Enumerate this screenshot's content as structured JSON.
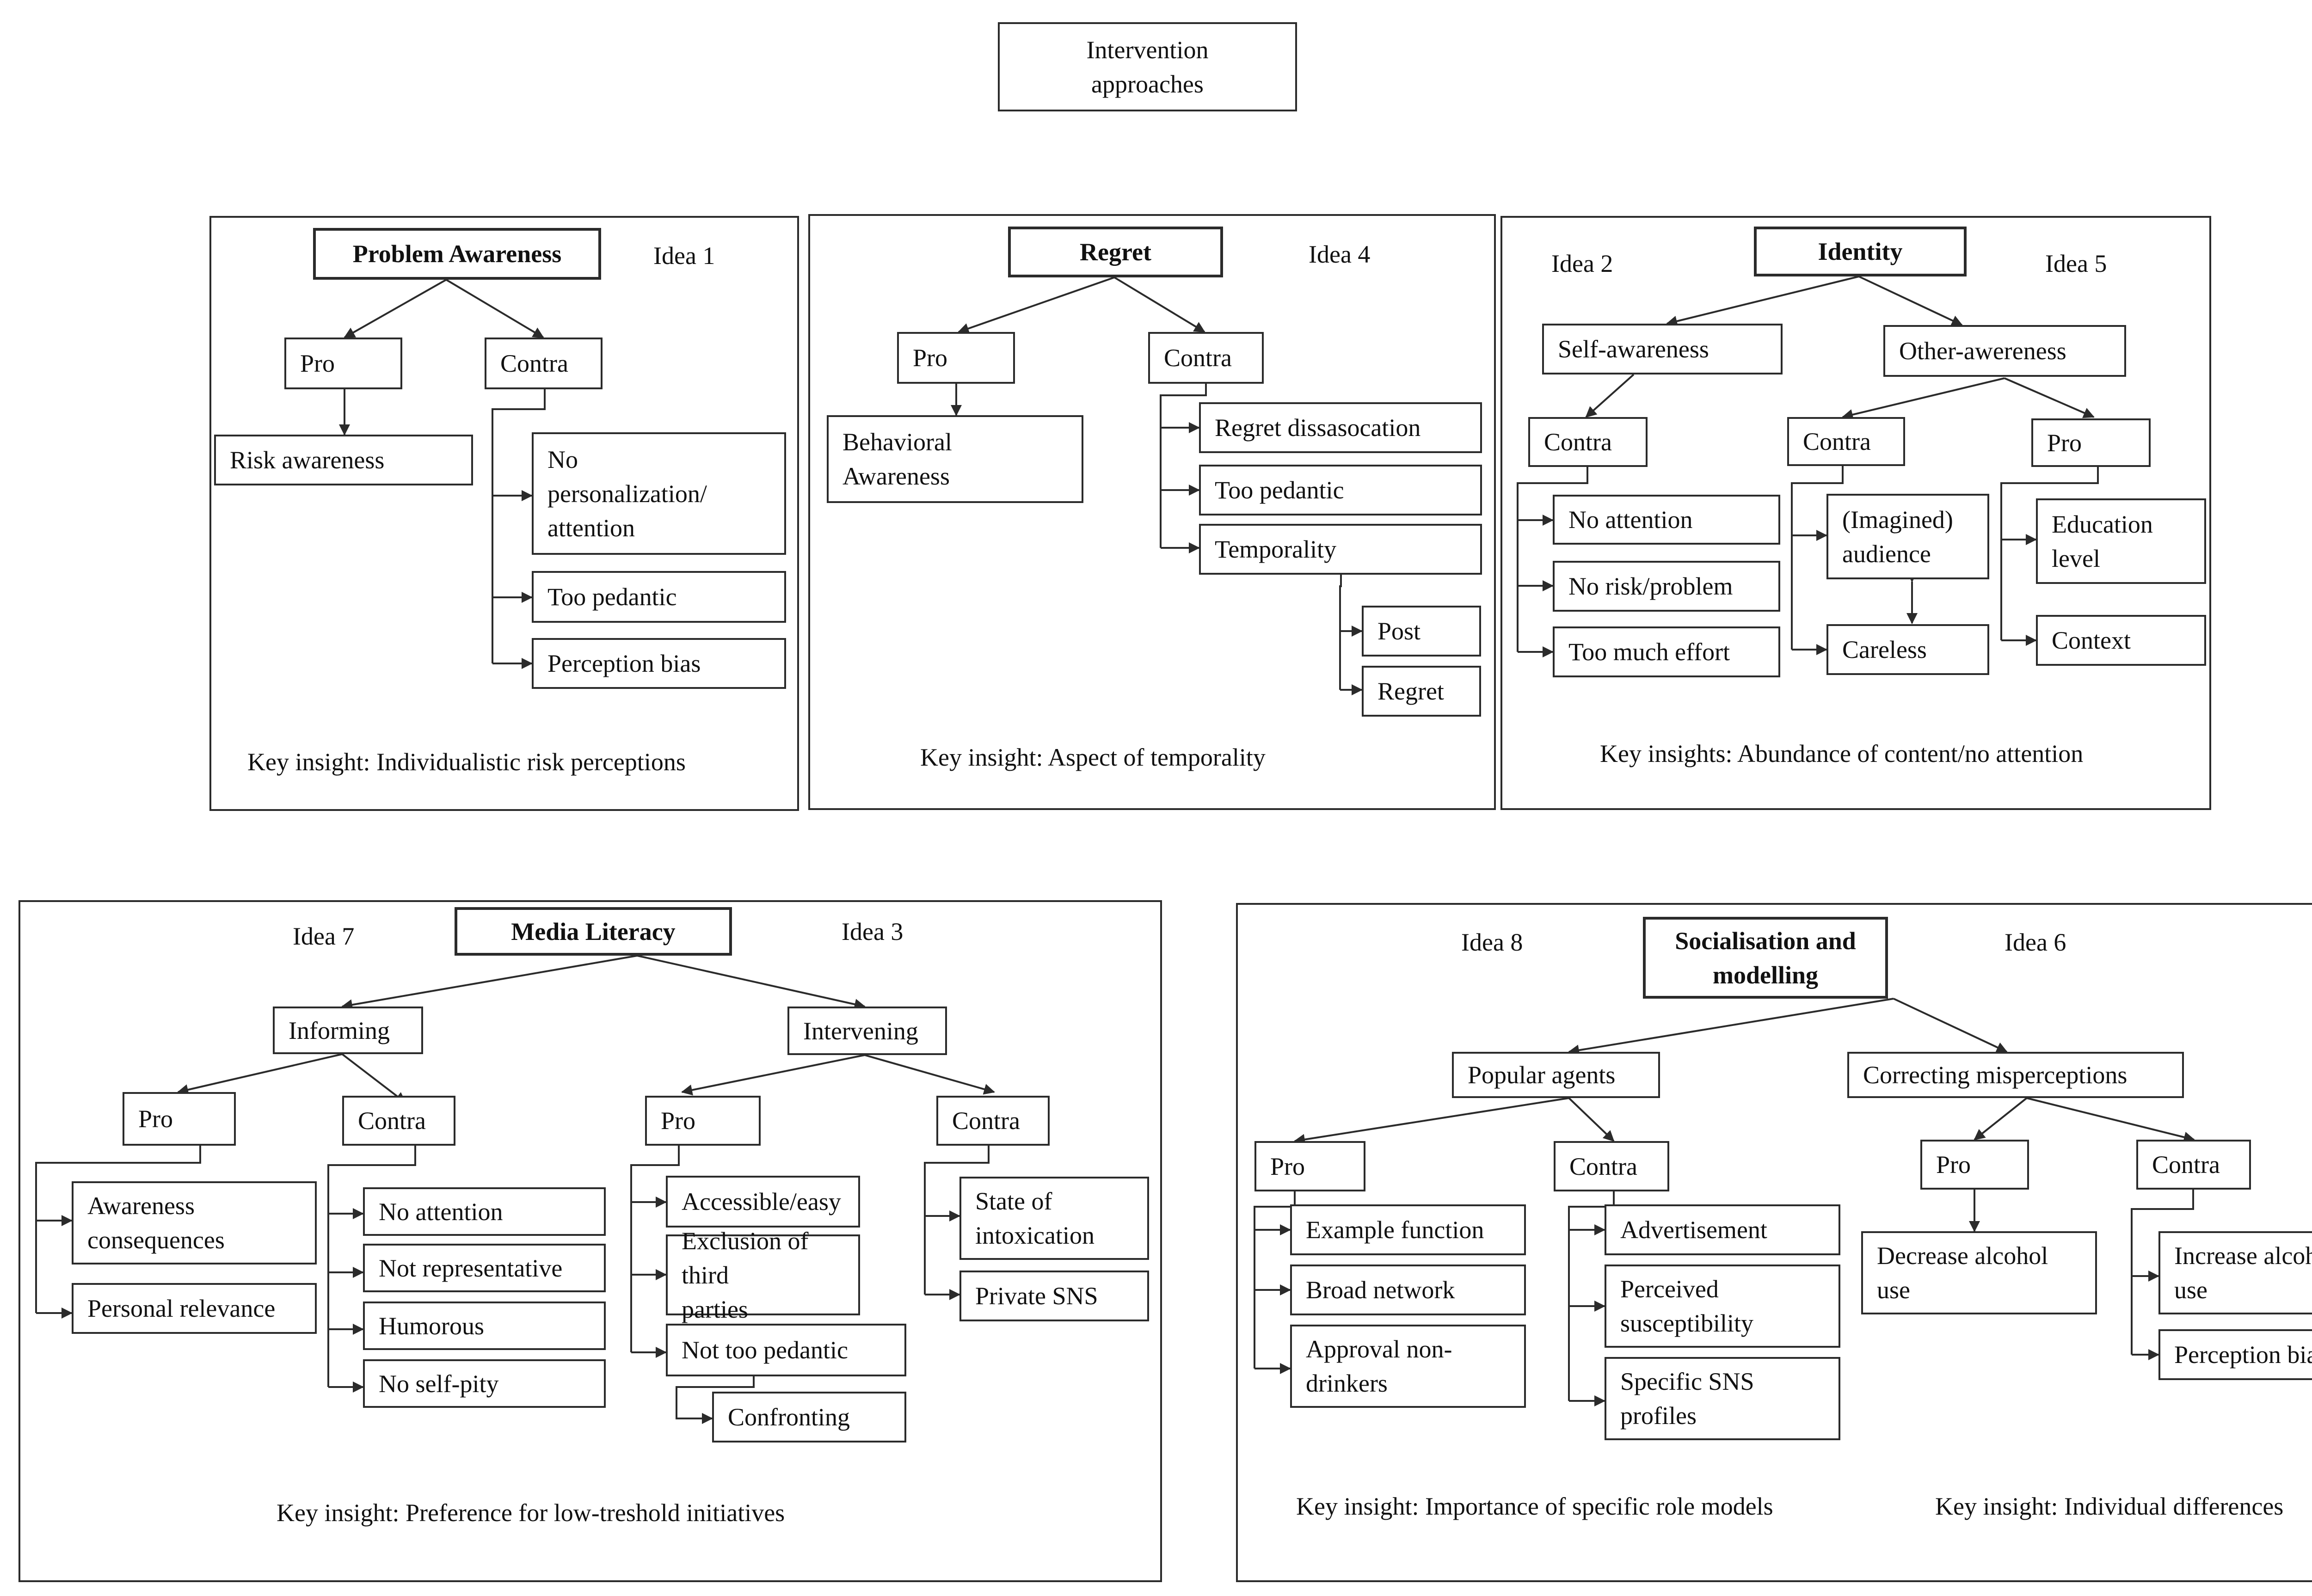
{
  "root": "Intervention\napproaches",
  "panels": {
    "problem_awareness": {
      "title": "Problem Awareness",
      "idea": "Idea 1",
      "pro": "Pro",
      "contra": "Contra",
      "pro_items": [
        "Risk awareness"
      ],
      "contra_items": [
        "No\npersonalization/\nattention",
        "Too pedantic",
        "Perception bias"
      ],
      "insight": "Key insight:  Individualistic  risk perceptions"
    },
    "regret": {
      "title": "Regret",
      "idea": "Idea 4",
      "pro": "Pro",
      "contra": "Contra",
      "pro_items": [
        "Behavioral\nAwareness"
      ],
      "contra_items": [
        "Regret dissasocation",
        "Too pedantic",
        "Temporality"
      ],
      "temporality_items": [
        "Post",
        "Regret"
      ],
      "insight": "Key insight:  Aspect of temporality"
    },
    "identity": {
      "title": "Identity",
      "idea_left": "Idea 2",
      "idea_right": "Idea 5",
      "self": "Self-awareness",
      "other": "Other-awereness",
      "self_contra": "Contra",
      "self_contra_items": [
        "No attention",
        "No risk/problem",
        "Too much effort"
      ],
      "other_contra": "Contra",
      "other_contra_items": [
        "(Imagined)\naudience",
        "Careless"
      ],
      "other_pro": "Pro",
      "other_pro_items": [
        "Education\nlevel",
        "Context"
      ],
      "insight": "Key insights:  Abundance of content/no attention"
    },
    "media_literacy": {
      "title": "Media Literacy",
      "idea_left": "Idea 7",
      "idea_right": "Idea 3",
      "informing": "Informing",
      "intervening": "Intervening",
      "inf_pro": "Pro",
      "inf_contra": "Contra",
      "inf_pro_items": [
        "Awareness\nconsequences",
        "Personal relevance"
      ],
      "inf_contra_items": [
        "No attention",
        "Not representative",
        "Humorous",
        "No self-pity"
      ],
      "int_pro": "Pro",
      "int_contra": "Contra",
      "int_pro_items": [
        "Accessible/easy",
        "Exclusion of third\nparties",
        "Not too pedantic"
      ],
      "int_pro_sub": "Confronting",
      "int_contra_items": [
        "State of\nintoxication",
        "Private SNS"
      ],
      "insight": "Key insight: Preference for low-treshold initiatives"
    },
    "socialisation": {
      "title": "Socialisation and\nmodelling",
      "idea_left": "Idea 8",
      "idea_right": "Idea 6",
      "popular": "Popular agents",
      "correcting": "Correcting misperceptions",
      "pop_pro": "Pro",
      "pop_contra": "Contra",
      "pop_pro_items": [
        "Example function",
        "Broad network",
        "Approval non-\ndrinkers"
      ],
      "pop_contra_items": [
        "Advertisement",
        "Perceived\nsusceptibility",
        "Specific SNS\nprofiles"
      ],
      "cor_pro": "Pro",
      "cor_contra": "Contra",
      "cor_pro_items": [
        "Decrease alcohol\nuse"
      ],
      "cor_contra_items": [
        "Increase alcohol\nuse",
        "Perception bias"
      ],
      "insight_left": "Key insight:  Importance of specific role models",
      "insight_right": "Key insight: Individual differences"
    }
  }
}
